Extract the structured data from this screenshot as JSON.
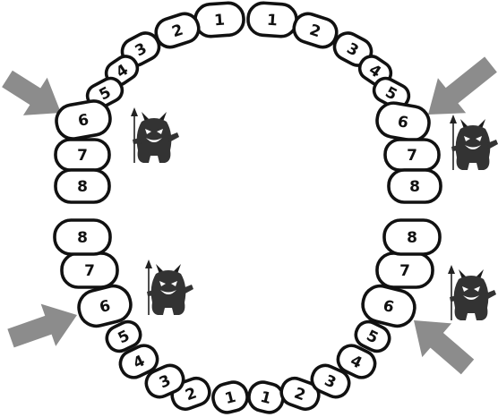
{
  "colors": {
    "tooth_fill": "#ffffff",
    "tooth_outline": "#111111",
    "arrow": "#8c8c8c",
    "monster": "#333333"
  },
  "upper_teeth": {
    "left": [
      "1",
      "2",
      "3",
      "4",
      "5",
      "6",
      "7",
      "8"
    ],
    "right": [
      "1",
      "2",
      "3",
      "4",
      "5",
      "6",
      "7",
      "8"
    ]
  },
  "lower_teeth": {
    "left": [
      "1",
      "2",
      "3",
      "4",
      "5",
      "6",
      "7",
      "8"
    ],
    "right": [
      "1",
      "2",
      "3",
      "4",
      "5",
      "6",
      "7",
      "8"
    ]
  },
  "icons": {
    "pointer": "arrow-icon",
    "germ": "devil-monster-icon"
  },
  "highlighted_tooth": "6"
}
